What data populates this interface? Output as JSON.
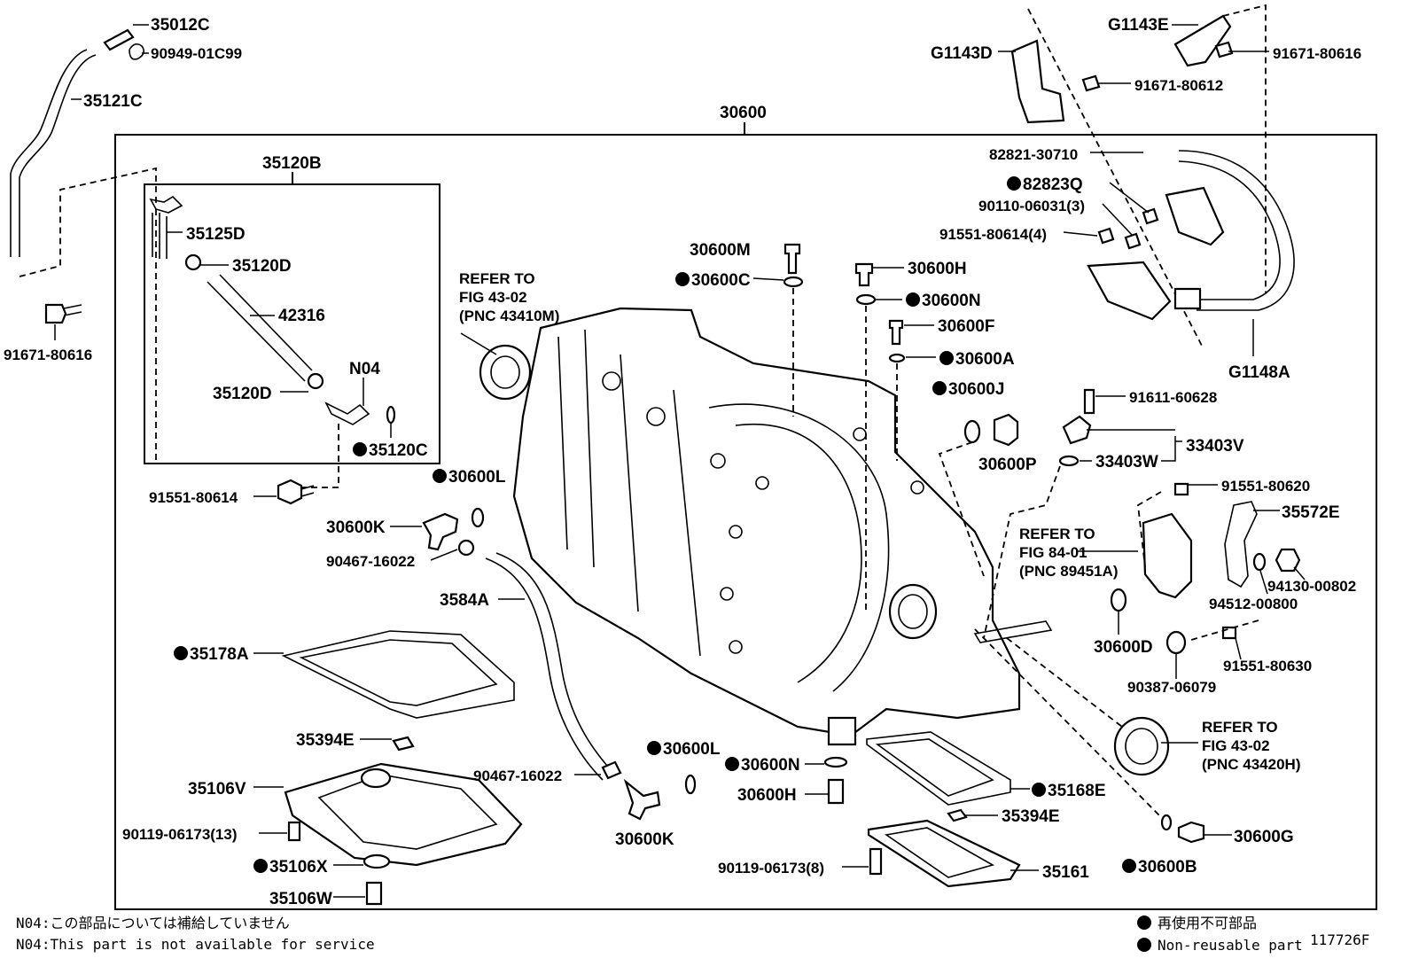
{
  "diagram": {
    "assembly_label": "30600",
    "subassembly_label": "35120B",
    "figure_id": "117726F",
    "labels": [
      {
        "id": "35012C",
        "text": "35012C",
        "nr": false
      },
      {
        "id": "90949-01C99",
        "text": "90949-01C99",
        "nr": false
      },
      {
        "id": "35121C",
        "text": "35121C",
        "nr": false
      },
      {
        "id": "91671-80616a",
        "text": "91671-80616",
        "nr": false
      },
      {
        "id": "35125D",
        "text": "35125D",
        "nr": false
      },
      {
        "id": "35120Da",
        "text": "35120D",
        "nr": false
      },
      {
        "id": "42316",
        "text": "42316",
        "nr": false
      },
      {
        "id": "N04",
        "text": "N04",
        "nr": false
      },
      {
        "id": "35120Db",
        "text": "35120D",
        "nr": false
      },
      {
        "id": "35120C",
        "text": "35120C",
        "nr": true
      },
      {
        "id": "91551-80614a",
        "text": "91551-80614",
        "nr": false
      },
      {
        "id": "30600L_a",
        "text": "30600L",
        "nr": true
      },
      {
        "id": "30600K_a",
        "text": "30600K",
        "nr": false
      },
      {
        "id": "90467-16022a",
        "text": "90467-16022",
        "nr": false
      },
      {
        "id": "3584A",
        "text": "3584A",
        "nr": false
      },
      {
        "id": "35178A",
        "text": "35178A",
        "nr": true
      },
      {
        "id": "35394E_a",
        "text": "35394E",
        "nr": false
      },
      {
        "id": "35106V",
        "text": "35106V",
        "nr": false
      },
      {
        "id": "90119-06173-13",
        "text": "90119-06173(13)",
        "nr": false
      },
      {
        "id": "35106X",
        "text": "35106X",
        "nr": true
      },
      {
        "id": "35106W",
        "text": "35106W",
        "nr": false
      },
      {
        "id": "90467-16022b",
        "text": "90467-16022",
        "nr": false
      },
      {
        "id": "30600L_b",
        "text": "30600L",
        "nr": true
      },
      {
        "id": "30600K_b",
        "text": "30600K",
        "nr": false
      },
      {
        "id": "30600N_b",
        "text": "30600N",
        "nr": true
      },
      {
        "id": "30600H_b",
        "text": "30600H",
        "nr": false
      },
      {
        "id": "90119-06173-8",
        "text": "90119-06173(8)",
        "nr": false
      },
      {
        "id": "35168E",
        "text": "35168E",
        "nr": true
      },
      {
        "id": "35394E_b",
        "text": "35394E",
        "nr": false
      },
      {
        "id": "35161",
        "text": "35161",
        "nr": false
      },
      {
        "id": "30600B",
        "text": "30600B",
        "nr": true
      },
      {
        "id": "30600G",
        "text": "30600G",
        "nr": false
      },
      {
        "id": "30600M",
        "text": "30600M",
        "nr": false
      },
      {
        "id": "30600C",
        "text": "30600C",
        "nr": true
      },
      {
        "id": "30600H_a",
        "text": "30600H",
        "nr": false
      },
      {
        "id": "30600N_a",
        "text": "30600N",
        "nr": true
      },
      {
        "id": "30600F",
        "text": "30600F",
        "nr": false
      },
      {
        "id": "30600A",
        "text": "30600A",
        "nr": true
      },
      {
        "id": "30600J",
        "text": "30600J",
        "nr": true
      },
      {
        "id": "30600P",
        "text": "30600P",
        "nr": false
      },
      {
        "id": "91611-60628",
        "text": "91611-60628",
        "nr": false
      },
      {
        "id": "33403V",
        "text": "33403V",
        "nr": false
      },
      {
        "id": "33403W",
        "text": "33403W",
        "nr": false
      },
      {
        "id": "91551-80620",
        "text": "91551-80620",
        "nr": false
      },
      {
        "id": "35572E",
        "text": "35572E",
        "nr": false
      },
      {
        "id": "94130-00802",
        "text": "94130-00802",
        "nr": false
      },
      {
        "id": "94512-00800",
        "text": "94512-00800",
        "nr": false
      },
      {
        "id": "30600D",
        "text": "30600D",
        "nr": false
      },
      {
        "id": "91551-80630",
        "text": "91551-80630",
        "nr": false
      },
      {
        "id": "90387-06079",
        "text": "90387-06079",
        "nr": false
      },
      {
        "id": "G1143E",
        "text": "G1143E",
        "nr": false
      },
      {
        "id": "G1143D",
        "text": "G1143D",
        "nr": false
      },
      {
        "id": "91671-80616b",
        "text": "91671-80616",
        "nr": false
      },
      {
        "id": "91671-80612",
        "text": "91671-80612",
        "nr": false
      },
      {
        "id": "82821-30710",
        "text": "82821-30710",
        "nr": false
      },
      {
        "id": "82823Q",
        "text": "82823Q",
        "nr": true
      },
      {
        "id": "90110-06031-3",
        "text": "90110-06031(3)",
        "nr": false
      },
      {
        "id": "91551-80614b",
        "text": "91551-80614(4)",
        "nr": false
      },
      {
        "id": "G1148A",
        "text": "G1148A",
        "nr": false
      }
    ],
    "refer_notes": [
      {
        "id": "ref1",
        "lines": [
          "REFER TO",
          "FIG 43-02",
          "(PNC 43410M)"
        ]
      },
      {
        "id": "ref2",
        "lines": [
          "REFER TO",
          "FIG 84-01",
          "(PNC 89451A)"
        ]
      },
      {
        "id": "ref3",
        "lines": [
          "REFER TO",
          "FIG 43-02",
          "(PNC 43420H)"
        ]
      }
    ]
  },
  "footnotes": {
    "n04_ja": "N04:この部品については補給していません",
    "n04_en": "N04:This part is not available for service"
  },
  "legend": {
    "non_reusable_ja": "再使用不可部品",
    "non_reusable_en": "Non-reusable part"
  }
}
